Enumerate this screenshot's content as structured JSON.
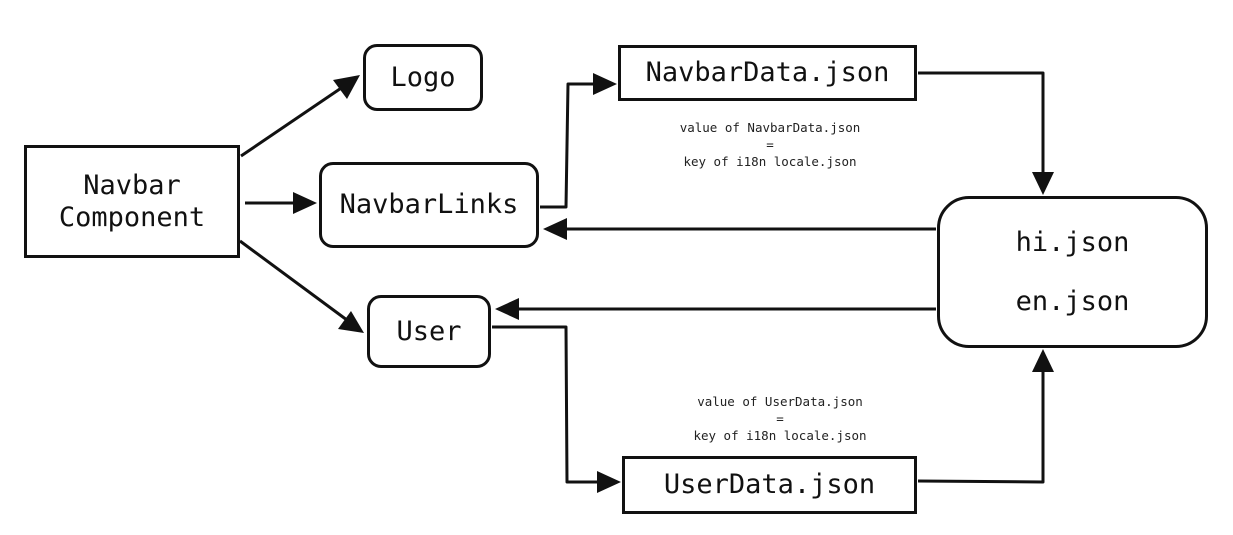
{
  "nodes": {
    "navbar_component": {
      "line1": "Navbar",
      "line2": "Component"
    },
    "logo": {
      "label": "Logo"
    },
    "navbar_links": {
      "label": "NavbarLinks"
    },
    "user": {
      "label": "User"
    },
    "navbar_data": {
      "label": "NavbarData.json"
    },
    "user_data": {
      "label": "UserData.json"
    },
    "locales": {
      "line1": "hi.json",
      "line2": "en.json"
    }
  },
  "notes": {
    "navbar_data": {
      "line1": "value of NavbarData.json",
      "line2": "=",
      "line3": "key of i18n locale.json"
    },
    "user_data": {
      "line1": "value of UserData.json",
      "line2": "=",
      "line3": "key of i18n locale.json"
    }
  },
  "edges": [
    {
      "from": "Navbar Component",
      "to": "Logo"
    },
    {
      "from": "Navbar Component",
      "to": "NavbarLinks"
    },
    {
      "from": "Navbar Component",
      "to": "User"
    },
    {
      "from": "NavbarLinks",
      "to": "NavbarData.json"
    },
    {
      "from": "NavbarData.json",
      "to": "hi.json / en.json"
    },
    {
      "from": "hi.json / en.json",
      "to": "NavbarLinks"
    },
    {
      "from": "hi.json / en.json",
      "to": "User"
    },
    {
      "from": "User",
      "to": "UserData.json"
    },
    {
      "from": "UserData.json",
      "to": "hi.json / en.json"
    }
  ],
  "colors": {
    "stroke": "#111111",
    "background": "#ffffff"
  }
}
